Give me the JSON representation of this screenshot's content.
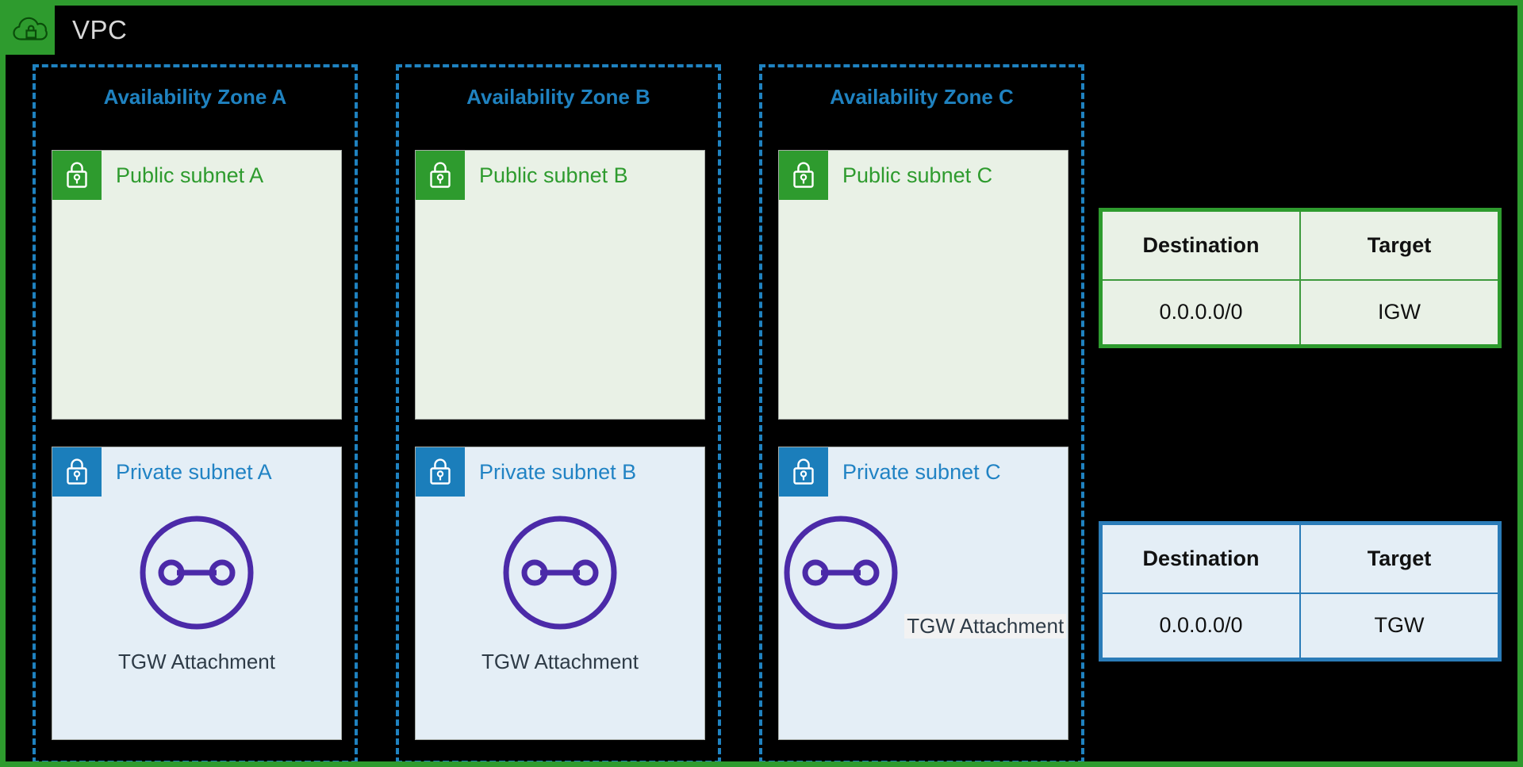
{
  "vpc": {
    "title": "VPC",
    "icon": "vpc-cloud-lock-icon",
    "border_color": "#2E9B2E",
    "background": "#000000"
  },
  "availability_zones": [
    {
      "label": "Availability Zone A",
      "public_subnet": {
        "label": "Public subnet A",
        "icon": "lock-icon",
        "accent_color": "#2E9B2E",
        "fill_color": "#E9F1E6"
      },
      "private_subnet": {
        "label": "Private subnet A",
        "icon": "lock-icon",
        "accent_color": "#1B7EBB",
        "fill_color": "#E4EEF6",
        "resource": {
          "label": "TGW Attachment",
          "icon": "transit-gateway-attachment-icon",
          "color": "#4B2AA8",
          "highlighted": false
        }
      }
    },
    {
      "label": "Availability Zone B",
      "public_subnet": {
        "label": "Public subnet B",
        "icon": "lock-icon",
        "accent_color": "#2E9B2E",
        "fill_color": "#E9F1E6"
      },
      "private_subnet": {
        "label": "Private subnet B",
        "icon": "lock-icon",
        "accent_color": "#1B7EBB",
        "fill_color": "#E4EEF6",
        "resource": {
          "label": "TGW Attachment",
          "icon": "transit-gateway-attachment-icon",
          "color": "#4B2AA8",
          "highlighted": false
        }
      }
    },
    {
      "label": "Availability Zone C",
      "public_subnet": {
        "label": "Public subnet C",
        "icon": "lock-icon",
        "accent_color": "#2E9B2E",
        "fill_color": "#E9F1E6"
      },
      "private_subnet": {
        "label": "Private subnet C",
        "icon": "lock-icon",
        "accent_color": "#1B7EBB",
        "fill_color": "#E4EEF6",
        "resource": {
          "label": "TGW Attachment",
          "icon": "transit-gateway-attachment-icon",
          "color": "#4B2AA8",
          "highlighted": true
        }
      }
    }
  ],
  "route_tables": [
    {
      "name": "public-route-table",
      "accent_color": "#2E9B2E",
      "fill_color": "#E9F1E6",
      "headers": [
        "Destination",
        "Target"
      ],
      "rows": [
        [
          "0.0.0.0/0",
          "IGW"
        ]
      ]
    },
    {
      "name": "private-route-table",
      "accent_color": "#2B7CB8",
      "fill_color": "#E4EEF6",
      "headers": [
        "Destination",
        "Target"
      ],
      "rows": [
        [
          "0.0.0.0/0",
          "TGW"
        ]
      ]
    }
  ]
}
